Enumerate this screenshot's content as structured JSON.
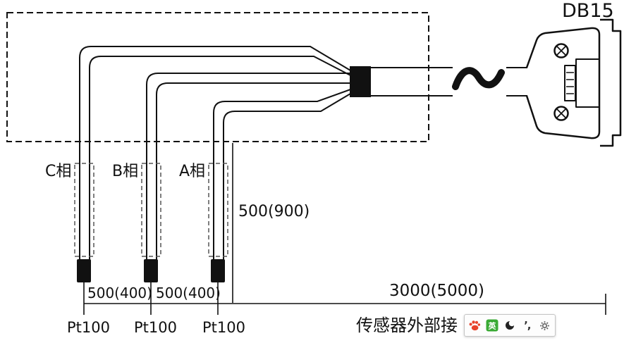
{
  "diagram": {
    "connector_label": "DB15",
    "phases": [
      {
        "label": "C相",
        "sensor_label": "Pt100"
      },
      {
        "label": "B相",
        "sensor_label": "Pt100"
      },
      {
        "label": "A相",
        "sensor_label": "Pt100"
      }
    ],
    "dimensions": {
      "probe_length": "500(900)",
      "spacing_cb": "500(400)",
      "spacing_ba": "500(400)",
      "cable_length": "3000(5000)"
    },
    "caption": "传感器外部接"
  },
  "ime_toolbar": {
    "language_label": "英",
    "punctuation_label": "’,",
    "colors": {
      "logo": "#e8432c",
      "language_bg": "#3aaa35",
      "night": "#222222",
      "gear": "#666666"
    }
  }
}
